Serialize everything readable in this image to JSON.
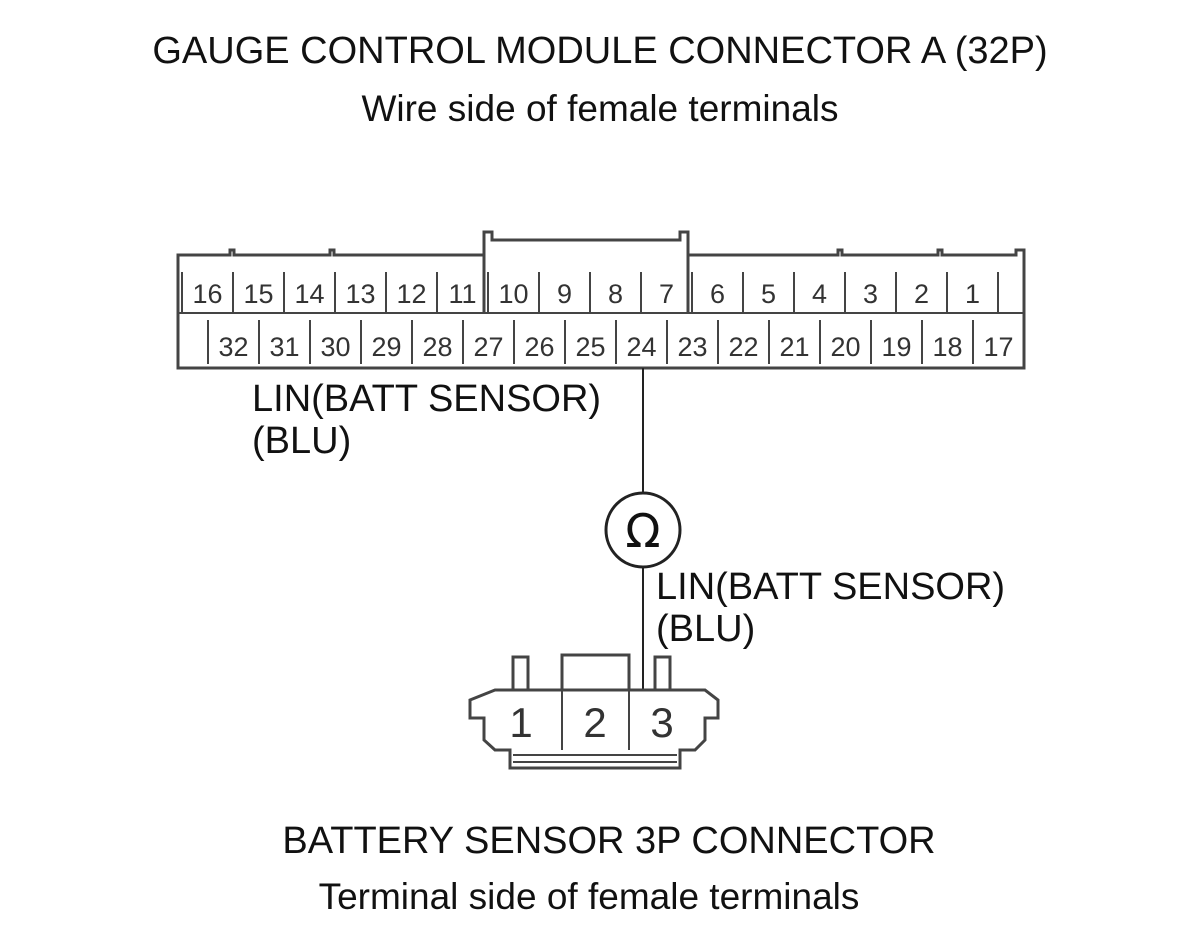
{
  "gauge_connector": {
    "title": "GAUGE CONTROL MODULE CONNECTOR A (32P)",
    "subtitle": "Wire side of female terminals",
    "top_row": [
      "16",
      "15",
      "14",
      "13",
      "12",
      "11",
      "10",
      "9",
      "8",
      "7",
      "6",
      "5",
      "4",
      "3",
      "2",
      "1"
    ],
    "bottom_row": [
      "32",
      "31",
      "30",
      "29",
      "28",
      "27",
      "26",
      "25",
      "24",
      "23",
      "22",
      "21",
      "20",
      "19",
      "18",
      "17"
    ]
  },
  "wires": {
    "upper_label": [
      "LIN(BATT SENSOR)",
      "(BLU)"
    ],
    "lower_label": [
      "LIN(BATT SENSOR)",
      "(BLU)"
    ]
  },
  "meter_symbol": "Ω",
  "battery_connector": {
    "title": "BATTERY SENSOR 3P CONNECTOR",
    "subtitle": "Terminal side of female terminals",
    "pins": [
      "1",
      "2",
      "3"
    ]
  }
}
